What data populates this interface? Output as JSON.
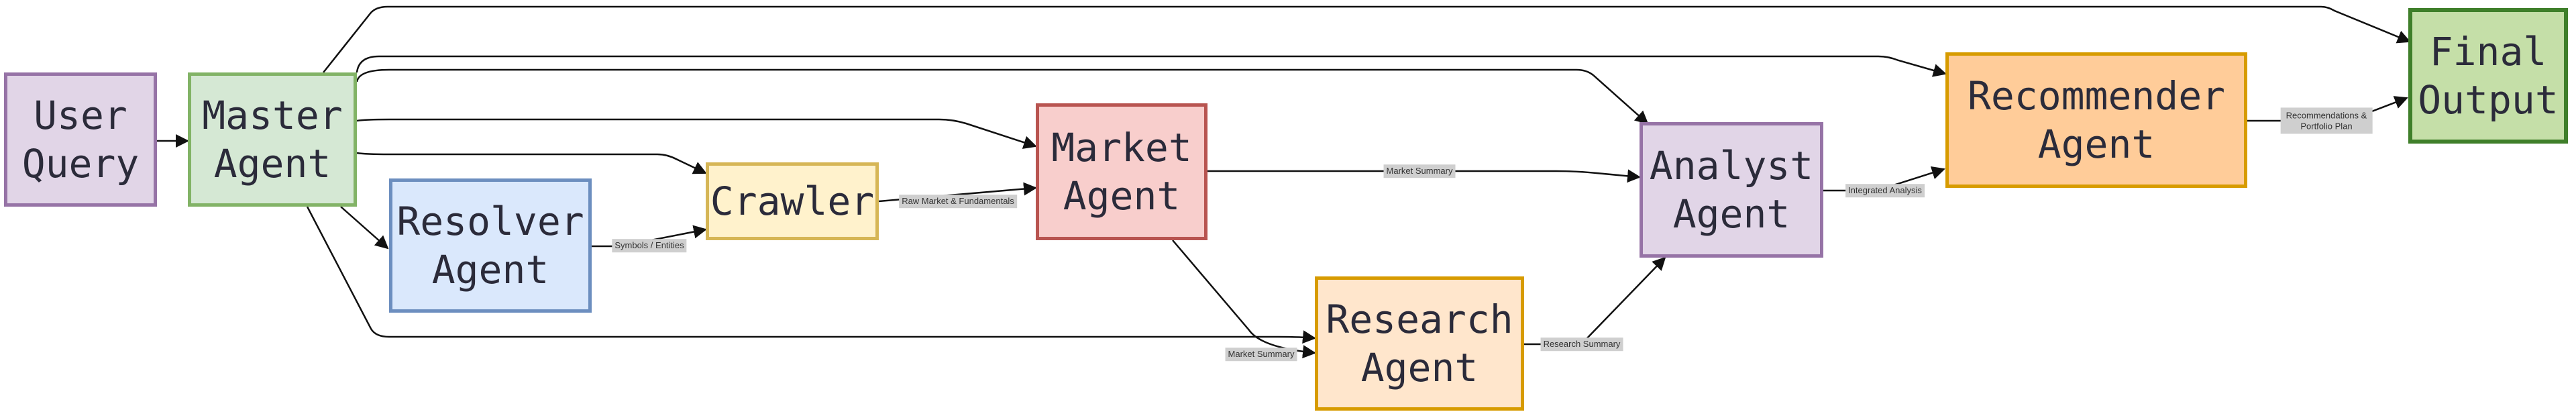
{
  "nodes": {
    "user_query": {
      "label": "User\nQuery",
      "fill": "#e1d5e7",
      "stroke": "#9673a6"
    },
    "master_agent": {
      "label": "Master\nAgent",
      "fill": "#d5e8d4",
      "stroke": "#82b366"
    },
    "resolver_agent": {
      "label": "Resolver\nAgent",
      "fill": "#dae8fc",
      "stroke": "#6c8ebf"
    },
    "crawler": {
      "label": "Crawler",
      "fill": "#fff2cc",
      "stroke": "#d6b656"
    },
    "market_agent": {
      "label": "Market\nAgent",
      "fill": "#f8cecc",
      "stroke": "#b85450"
    },
    "research_agent": {
      "label": "Research\nAgent",
      "fill": "#ffe6cc",
      "stroke": "#d79b00"
    },
    "analyst_agent": {
      "label": "Analyst\nAgent",
      "fill": "#e1d5e7",
      "stroke": "#9673a6"
    },
    "recommender_agent": {
      "label": "Recommender\nAgent",
      "fill": "#ffcc99",
      "stroke": "#d79b00"
    },
    "final_output": {
      "label": "Final\nOutput",
      "fill": "#c5dfa8",
      "stroke": "#3f7f2a"
    }
  },
  "edge_labels": {
    "symbols_entities": "Symbols / Entities",
    "raw_market_fundamentals": "Raw Market & Fundamentals",
    "market_summary_top": "Market Summary",
    "market_summary_bottom": "Market Summary",
    "research_summary": "Research Summary",
    "integrated_analysis": "Integrated Analysis",
    "recommendations_portfolio": "Recommendations &\nPortfolio Plan"
  },
  "colors": {
    "edge": "#111111",
    "label_bg": "#cfcfcf"
  }
}
